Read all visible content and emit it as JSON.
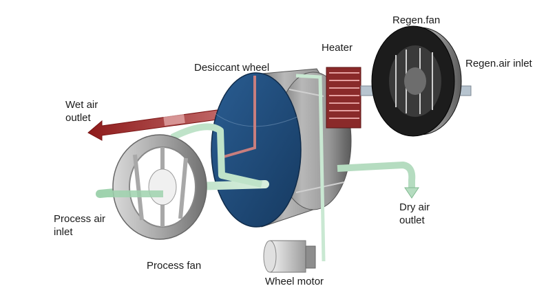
{
  "labels": {
    "regen_fan": "Regen.fan",
    "heater": "Heater",
    "regen_air_inlet": "Regen.air inlet",
    "desiccant_wheel": "Desiccant wheel",
    "wet_air_outlet_line1": "Wet air",
    "wet_air_outlet_line2": "outlet",
    "process_air_inlet_line1": "Process air",
    "process_air_inlet_line2": "inlet",
    "dry_air_outlet_line1": "Dry air",
    "dry_air_outlet_line2": "outlet",
    "process_fan": "Process fan",
    "wheel_motor": "Wheel motor"
  },
  "colors": {
    "process_air_flow": "#b9dfc4",
    "regen_air_flow": "#a33a3a",
    "desiccant_face": "#1f4a78",
    "wheel_housing": "#8e8e8e",
    "fan_body": "#1c1c1c"
  }
}
